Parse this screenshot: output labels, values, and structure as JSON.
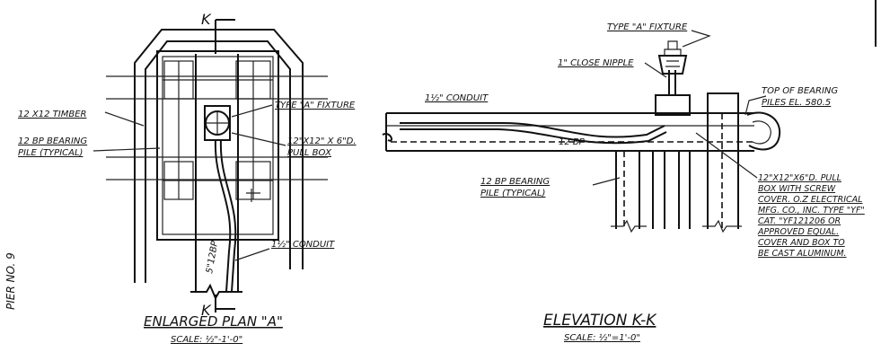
{
  "plan": {
    "section_marker_top": "K",
    "section_marker_bottom": "K",
    "labels": {
      "timber": "12 X12 TIMBER",
      "fixture": "TYPE \"A\" FIXTURE",
      "bearing_pile_1": "12 BP BEARING",
      "bearing_pile_2": "PILE (TYPICAL)",
      "pull_box_1": "12\"X12\" X 6\"D.",
      "pull_box_2": "PULL BOX",
      "bp_inline": "5\"12BP",
      "conduit": "1½\" CONDUIT"
    },
    "title": "ENLARGED PLAN \"A\"",
    "scale": "SCALE: ½\"-1'-0\""
  },
  "elevation": {
    "labels": {
      "fixture": "TYPE \"A\" FIXTURE",
      "nipple": "1\" CLOSE NIPPLE",
      "top_bearing_1": "TOP OF BEARING",
      "top_bearing_2": "PILES EL. 580.5",
      "conduit": "1½\" CONDUIT",
      "bp": "12 BP",
      "bearing_pile_1": "12 BP BEARING",
      "bearing_pile_2": "PILE (TYPICAL)"
    },
    "pull_box_note": [
      "12\"X12\"X6\"D. PULL",
      "BOX WITH SCREW",
      "COVER. O.Z ELECTRICAL",
      "MFG. CO., INC. TYPE \"YF\"",
      "CAT. \"YF121206 OR",
      "APPROVED EQUAL.",
      "COVER AND BOX TO",
      "BE CAST ALUMINUM."
    ],
    "title": "ELEVATION K-K",
    "scale": "SCALE: ½\"=1'-0\""
  },
  "side_label": "PIER NO. 9"
}
